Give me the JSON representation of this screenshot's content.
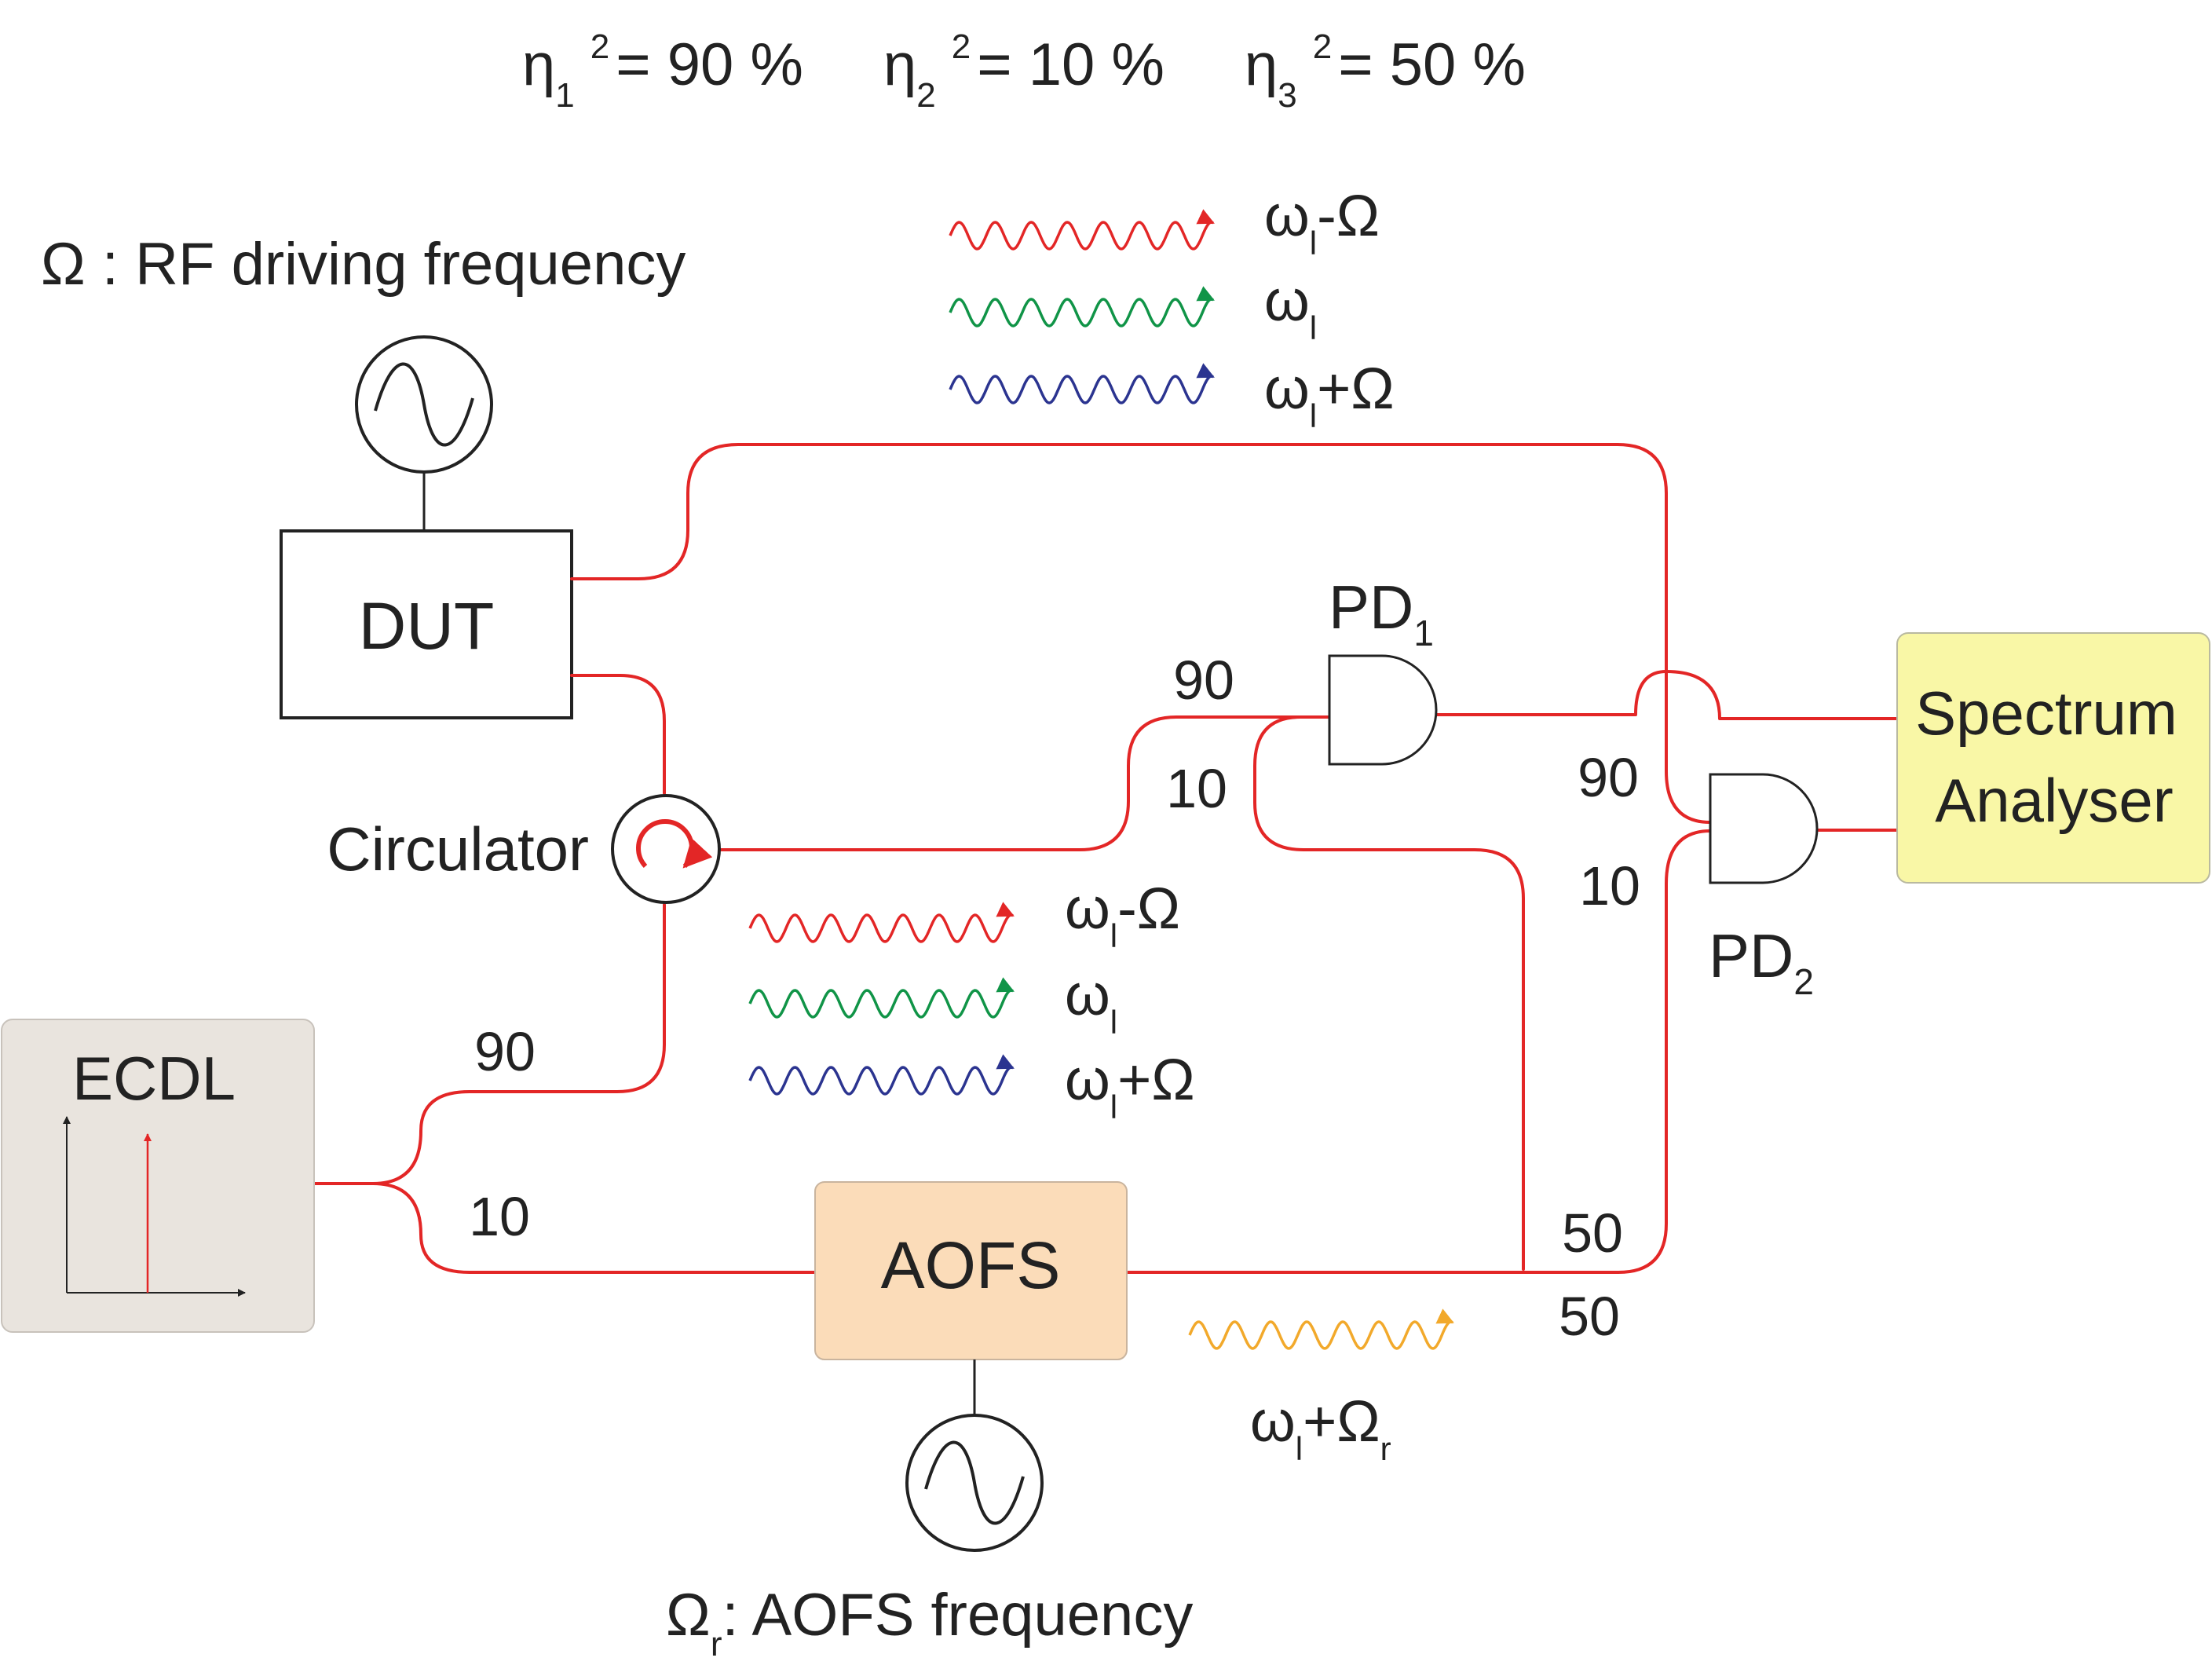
{
  "header": {
    "eta1_sym": "η",
    "eta1_sub": "1",
    "eta1_sup": "2",
    "eta1_val": "= 90 %",
    "eta2_sym": "η",
    "eta2_sub": "2",
    "eta2_sup": "2",
    "eta2_val": "= 10 %",
    "eta3_sym": "η",
    "eta3_sub": "3",
    "eta3_sup": "2",
    "eta3_val": "= 50 %"
  },
  "rf_label": "Ω : RF driving frequency",
  "aofs_freq": {
    "sym": "Ω",
    "sub": "r",
    "text": ": AOFS frequency"
  },
  "components": {
    "dut": "DUT",
    "circulator": "Circulator",
    "ecdl": "ECDL",
    "aofs": "AOFS",
    "pd1": {
      "base": "PD",
      "sub": "1"
    },
    "pd2": {
      "base": "PD",
      "sub": "2"
    },
    "spectrum_line1": "Spectrum",
    "spectrum_line2": "Analyser"
  },
  "ratios": {
    "ecdl_upper": "90",
    "ecdl_lower": "10",
    "pd1_upper": "90",
    "pd1_lower": "10",
    "pd2_upper": "90",
    "pd2_lower": "10",
    "combiner_upper": "50",
    "combiner_lower": "50"
  },
  "waves_top": {
    "lower": {
      "omega": "ω",
      "sub": "l",
      "suffix": "-Ω"
    },
    "carrier": {
      "omega": "ω",
      "sub": "l",
      "suffix": ""
    },
    "upper": {
      "omega": "ω",
      "sub": "l",
      "suffix": "+Ω"
    }
  },
  "waves_mid": {
    "lower": {
      "omega": "ω",
      "sub": "l",
      "suffix": "-Ω"
    },
    "carrier": {
      "omega": "ω",
      "sub": "l",
      "suffix": ""
    },
    "upper": {
      "omega": "ω",
      "sub": "l",
      "suffix": "+Ω"
    }
  },
  "wave_shifted": {
    "omega": "ω",
    "sub": "l",
    "plus": "+Ω",
    "sub2": "r"
  },
  "colors": {
    "fiber": "#e32626",
    "wave_red": "#e32626",
    "wave_green": "#109447",
    "wave_blue": "#2b3490",
    "wave_orange": "#f2a92b",
    "ecdl_fill": "#e9e4de",
    "aofs_fill": "#fbdcb9",
    "spectrum_fill": "#f9f7a6"
  }
}
